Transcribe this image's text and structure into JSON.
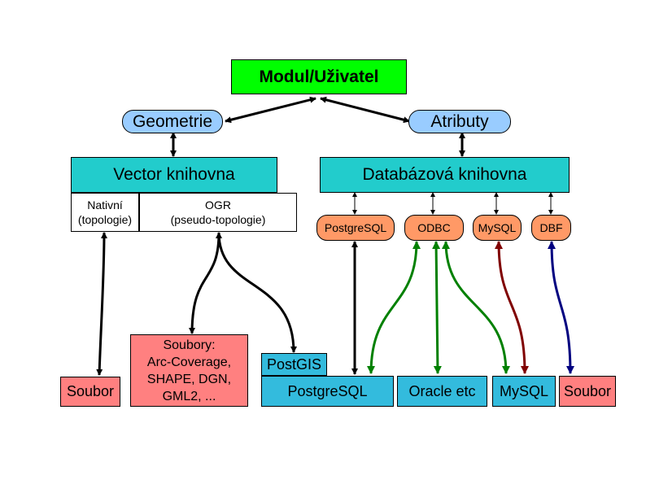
{
  "colors": {
    "green": "#00ff00",
    "light_blue": "#99ccff",
    "teal": "#22cccc",
    "white": "#ffffff",
    "salmon_orange": "#ff9966",
    "pink": "#ff8080",
    "cyan": "#33bbdd",
    "arrow_black": "#000000",
    "arrow_green": "#008000",
    "arrow_darkred": "#800000",
    "arrow_navy": "#000080"
  },
  "nodes": {
    "modul": "Modul/Uživatel",
    "geometrie": "Geometrie",
    "atributy": "Atributy",
    "vector": "Vector knihovna",
    "databazova": "Databázová knihovna",
    "nativni_line1": "Nativní",
    "nativni_line2": "(topologie)",
    "ogr_line1": "OGR",
    "ogr_line2": "(pseudo-topologie)",
    "postgresql_drv": "PostgreSQL",
    "odbc_drv": "ODBC",
    "mysql_drv": "MySQL",
    "dbf_drv": "DBF",
    "soubor_left": "Soubor",
    "soubory_line1": "Soubory:",
    "soubory_line2": "Arc-Coverage,",
    "soubory_line3": "SHAPE, DGN,",
    "soubory_line4": "GML2, ...",
    "postgis": "PostGIS",
    "postgresql_db": "PostgreSQL",
    "oracle": "Oracle etc",
    "mysql_db": "MySQL",
    "soubor_right": "Soubor"
  }
}
